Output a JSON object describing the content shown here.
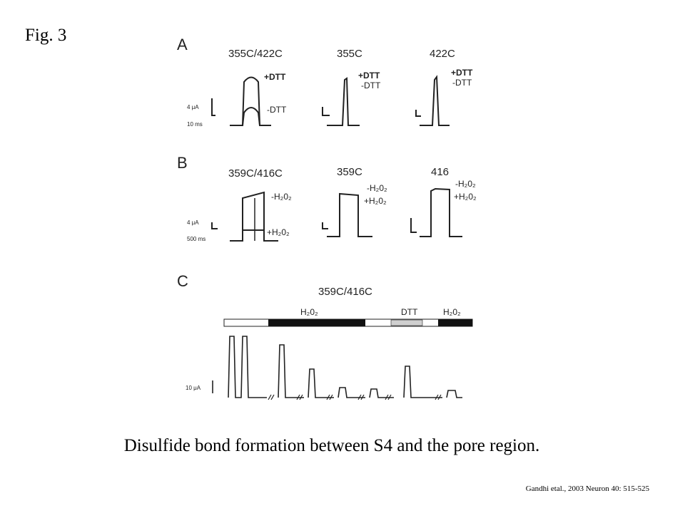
{
  "slide": {
    "title": "Fig. 3",
    "caption": "Disulfide bond formation between S4 and the pore region.",
    "citation": "Gandhi etal., 2003 Neuron 40: 515-525"
  },
  "figure": {
    "panel_a": {
      "letter": "A",
      "traces": [
        {
          "label": "355C/422C",
          "annot": [
            "+DTT",
            "-DTT"
          ]
        },
        {
          "label": "355C",
          "annot": [
            "+DTT",
            "-DTT"
          ]
        },
        {
          "label": "422C",
          "annot": [
            "+DTT",
            "-DTT"
          ]
        }
      ],
      "scale_current": "4 μA",
      "scale_time": "10 ms"
    },
    "panel_b": {
      "letter": "B",
      "traces": [
        {
          "label": "359C/416C",
          "annot": [
            "-H₂0₂",
            "+H₂0₂"
          ]
        },
        {
          "label": "359C",
          "annot": [
            "-H₂0₂",
            "+H₂0₂"
          ]
        },
        {
          "label": "416",
          "annot": [
            "-H₂0₂",
            "+H₂0₂"
          ]
        }
      ],
      "scale_current": "4 μA",
      "scale_time": "500 ms"
    },
    "panel_c": {
      "letter": "C",
      "label": "359C/416C",
      "bar_labels": [
        "H₂0₂",
        "DTT",
        "H₂0₂"
      ],
      "scale_current": "10 μA"
    }
  }
}
